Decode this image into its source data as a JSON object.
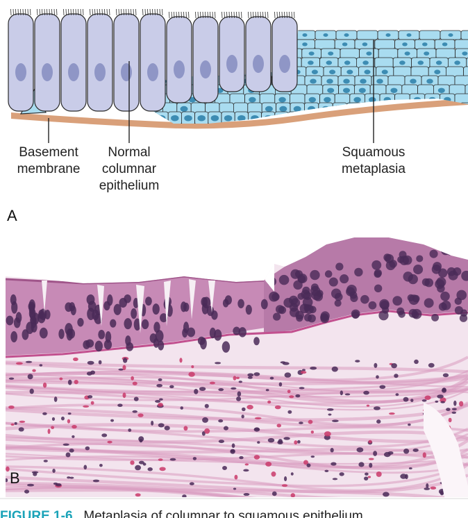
{
  "panel_a": {
    "letter": "A",
    "labels": {
      "basement": [
        "Basement",
        "membrane"
      ],
      "columnar": [
        "Normal",
        "columnar",
        "epithelium"
      ],
      "squamous": [
        "Squamous",
        "metaplasia"
      ]
    }
  },
  "panel_b": {
    "letter": "B"
  },
  "caption": {
    "figure_label": "FIGURE 1-6",
    "text": "Metaplasia of columnar to squamous epithelium."
  },
  "colors": {
    "columnar_cell": "#c9cce8",
    "columnar_nucleus": "#8f96c6",
    "squamous_cell": "#a9dcf0",
    "squamous_nucleus": "#3d8cb3",
    "basement": "#d9a07a",
    "cell_outline": "#2a2a2a",
    "histology_bg": "#f3e4ee",
    "histology_stroma": "#d99ac0",
    "histology_nucleus": "#4a2a58",
    "caption_accent": "#1aa3b8"
  }
}
